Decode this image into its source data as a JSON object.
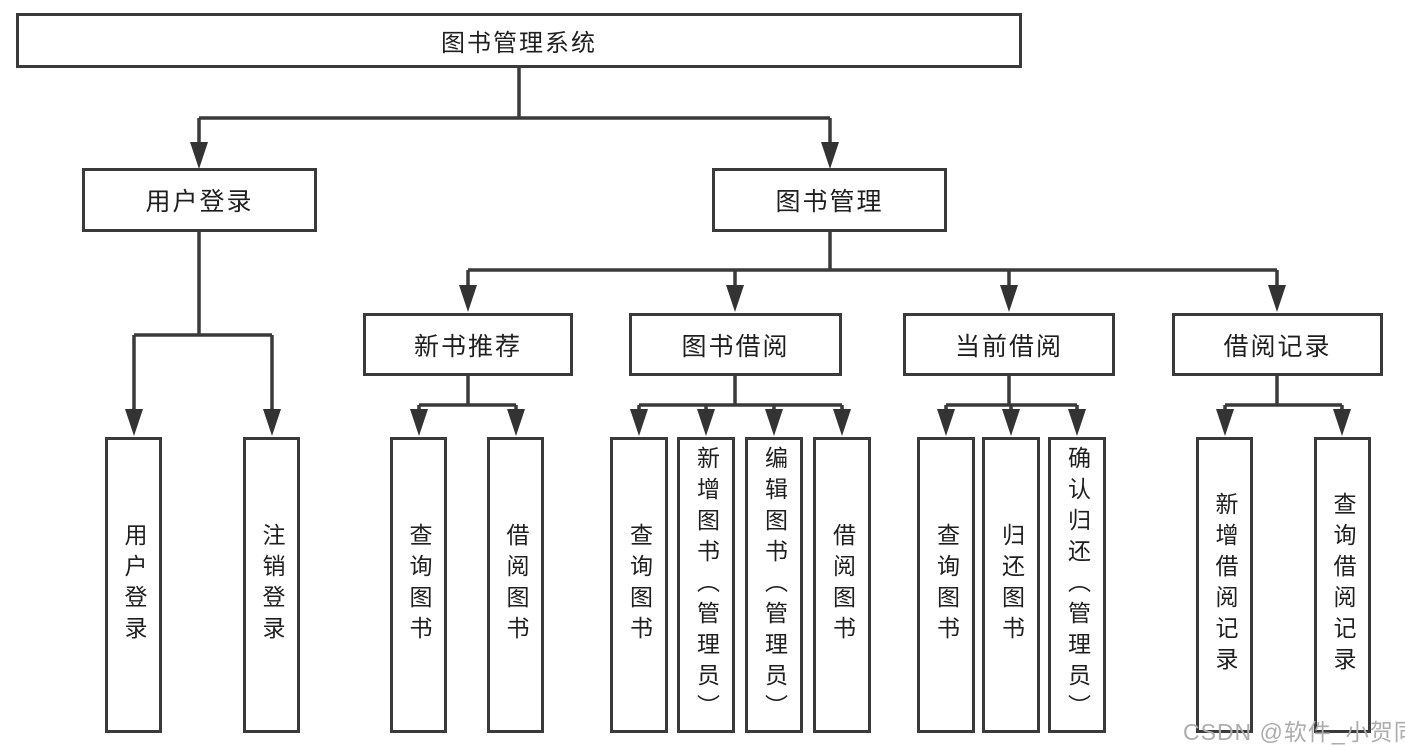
{
  "diagram": {
    "root": {
      "label": "图书管理系统"
    },
    "user_login": {
      "label": "用户登录",
      "children": [
        {
          "label": "用户登录"
        },
        {
          "label": "注销登录"
        }
      ]
    },
    "book_management": {
      "label": "图书管理",
      "sections": [
        {
          "label": "新书推荐",
          "children": [
            {
              "label": "查询图书"
            },
            {
              "label": "借阅图书"
            }
          ]
        },
        {
          "label": "图书借阅",
          "children": [
            {
              "label": "查询图书"
            },
            {
              "label": "新增图书（管理员）"
            },
            {
              "label": "编辑图书（管理员）"
            },
            {
              "label": "借阅图书"
            }
          ]
        },
        {
          "label": "当前借阅",
          "children": [
            {
              "label": "查询图书"
            },
            {
              "label": "归还图书"
            },
            {
              "label": "确认归还（管理员）"
            }
          ]
        },
        {
          "label": "借阅记录",
          "children": [
            {
              "label": "新增借阅记录"
            },
            {
              "label": "查询借阅记录"
            }
          ]
        }
      ]
    }
  },
  "watermark": {
    "text": "CSDN @软件_小贺同学"
  },
  "colors": {
    "line": "#3a3a3a",
    "text": "#1f1f1f",
    "box_background": "#ffffff",
    "watermark": "#adadad",
    "background": "#ffffff"
  }
}
